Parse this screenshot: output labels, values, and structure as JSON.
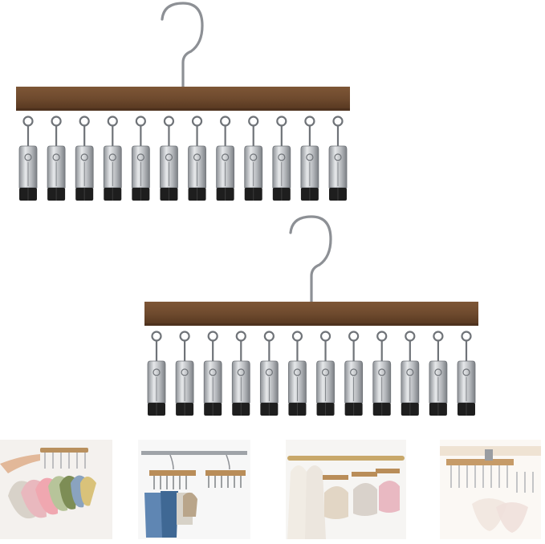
{
  "product": {
    "hanger_count": 2,
    "clips_per_hanger": 12,
    "colors": {
      "wood": "#6e4a2e",
      "wood_dark": "#4e321e",
      "metal": "#b9bcc0",
      "metal_dark": "#6f7378",
      "clip_tip": "#1e1e1e",
      "hook": "#8d9095"
    }
  },
  "thumbnails": [
    {
      "name": "thumb-hanging-caps-in-hand",
      "icon": "caps-hanger-photo"
    },
    {
      "name": "thumb-hanging-jeans-on-rail",
      "icon": "jeans-hanger-photo"
    },
    {
      "name": "thumb-closet-rod-caps",
      "icon": "closet-hats-photo"
    },
    {
      "name": "thumb-under-shelf-clips",
      "icon": "shelf-clips-photo"
    }
  ]
}
